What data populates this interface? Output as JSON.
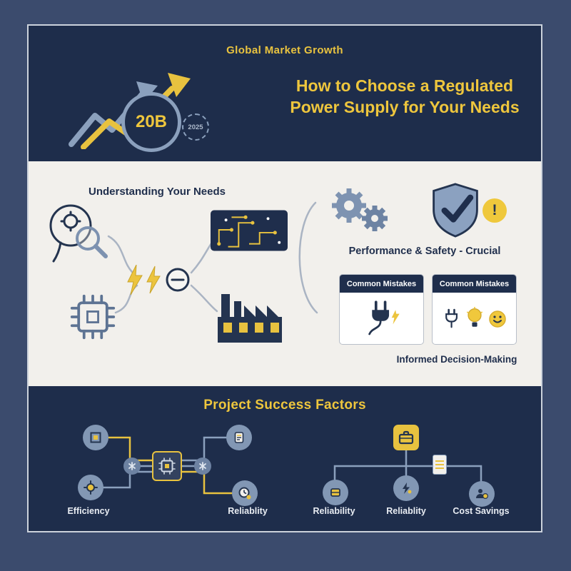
{
  "header": {
    "eyebrow": "Global Market Growth",
    "title_line1": "How to Choose a Regulated",
    "title_line2": "Power Supply for Your Needs",
    "stat_value": "20B",
    "stat_year": "2025"
  },
  "middle": {
    "left_heading": "Understanding Your Needs",
    "right_caption": "Performance & Safety - Crucial",
    "mistakes_card_1_title": "Common Mistakes",
    "mistakes_card_2_title": "Common Mistakes",
    "bottom_caption": "Informed Decision-Making"
  },
  "bottom": {
    "title": "Project Success Factors",
    "left_labels": [
      "Efficiency",
      "Reliablity"
    ],
    "right_labels": [
      "Reliability",
      "Reliablity",
      "Cost Savings"
    ]
  },
  "icons": {
    "alert_glyph": "!"
  },
  "colors": {
    "accent_yellow": "#e8c23f",
    "navy_band": "#1e2d4b",
    "panel_light": "#f2f0ec",
    "blue_gray": "#7e93b1",
    "outer_background": "#3b4b6d"
  }
}
